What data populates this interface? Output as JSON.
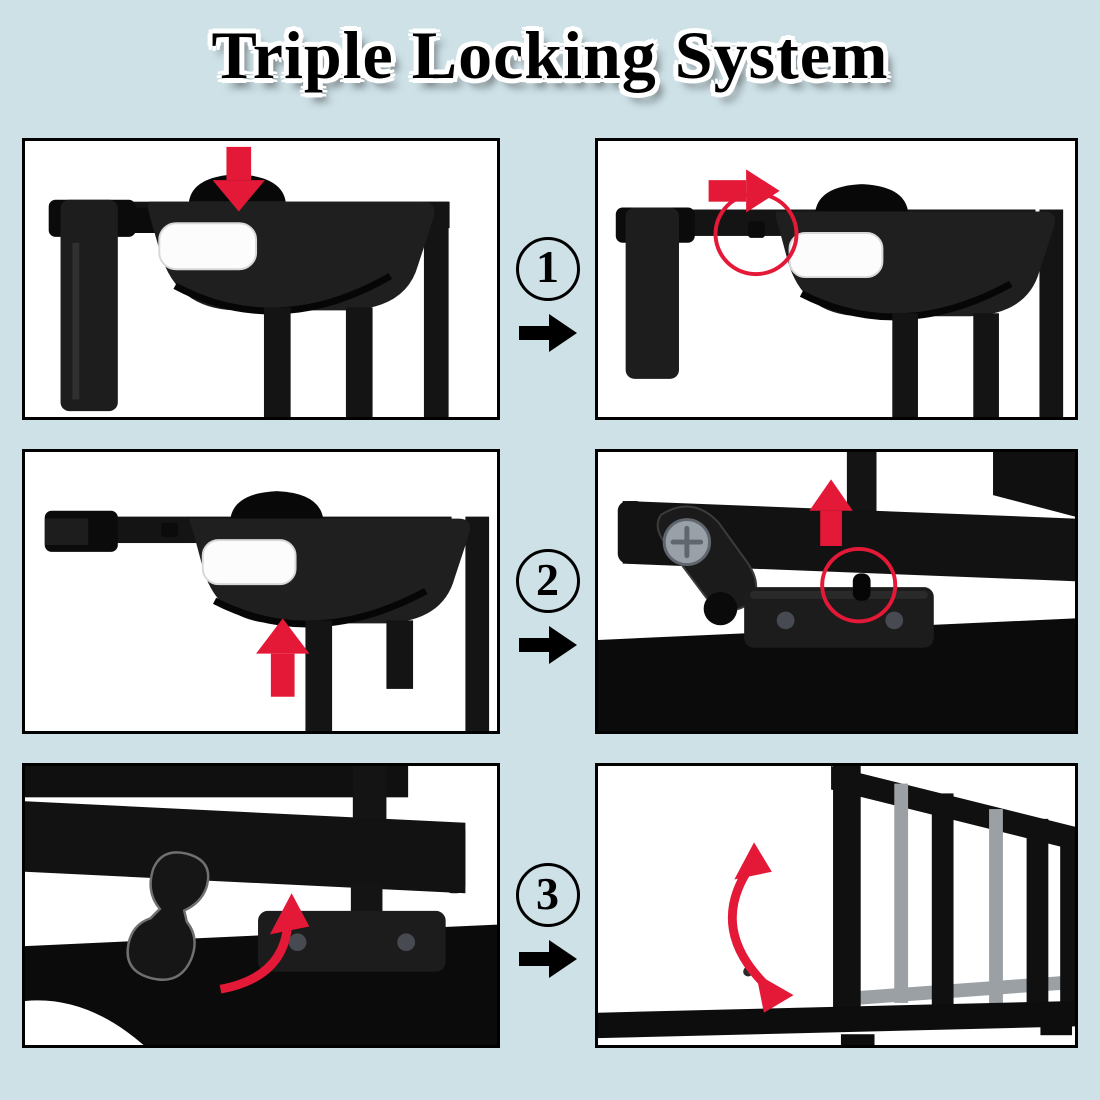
{
  "title": "Triple Locking System",
  "steps": [
    {
      "number": "1"
    },
    {
      "number": "2"
    },
    {
      "number": "3"
    }
  ],
  "colors": {
    "page_background": "#cde1e7",
    "panel_background": "#ffffff",
    "panel_border": "#000000",
    "illustration_black": "#161616",
    "highlight_red": "#e41937",
    "screw_metal_gray": "#9aa0a8",
    "gate_bar_gray": "#9aa0a4"
  }
}
